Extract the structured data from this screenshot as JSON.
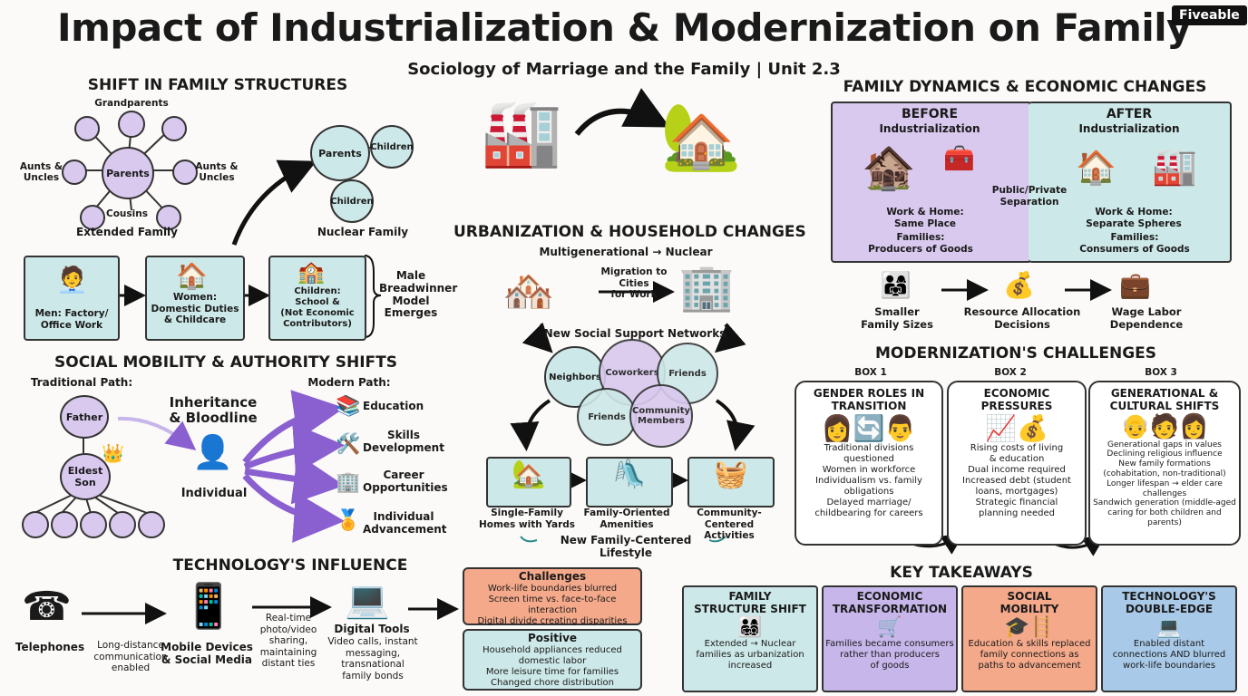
{
  "header": {
    "title": "Impact of Industrialization & Modernization on Family",
    "subtitle": "Sociology of Marriage and the Family | Unit 2.3",
    "logo": "Fiveable"
  },
  "family_structures": {
    "heading": "SHIFT IN FAMILY STRUCTURES",
    "extended_nodes": [
      "Grandparents",
      "Aunts &\nUncles",
      "Parents",
      "Aunts &\nUncles",
      "Cousins"
    ],
    "extended_label": "Extended Family",
    "nuclear_nodes": [
      "Parents",
      "Children",
      "Children"
    ],
    "nuclear_label": "Nuclear Family",
    "roles": [
      "Men: Factory/\nOffice Work",
      "Women:\nDomestic Duties\n& Childcare",
      "Children:\nSchool &\n(Not Economic\nContributors)"
    ],
    "model": "Male\nBreadwinner\nModel\nEmerges"
  },
  "mobility": {
    "heading": "SOCIAL MOBILITY & AUTHORITY SHIFTS",
    "traditional": "Traditional Path:",
    "father": "Father",
    "son": "Eldest\nSon",
    "inheritance": "Inheritance\n& Bloodline",
    "individual": "Individual",
    "modern": "Modern Path:",
    "paths": [
      "Education",
      "Skills\nDevelopment",
      "Career\nOpportunities",
      "Individual\nAdvancement"
    ]
  },
  "technology": {
    "heading": "TECHNOLOGY'S INFLUENCE",
    "telephones": "Telephones",
    "t1": "Long-distance\ncommunication\nenabled",
    "mobile": "Mobile Devices\n& Social Media",
    "t2": "Real-time\nphoto/video\nsharing,\nmaintaining\ndistant ties",
    "digital": "Digital Tools",
    "t3": "Video calls, instant\nmessaging,\ntransnational\nfamily bonds",
    "challenges_title": "Challenges",
    "challenges": "Work-life boundaries blurred\nScreen time vs. face-to-face interaction\nDigital divide creating disparities",
    "positive_title": "Positive",
    "positive": "Household appliances reduced\ndomestic labor\nMore leisure time for families\nChanged chore distribution"
  },
  "urbanization": {
    "heading": "URBANIZATION & HOUSEHOLD CHANGES",
    "multi": "Multigenerational → Nuclear",
    "migration": "Migration to Cities\nfor Work",
    "networks": "New Social Support Networks",
    "circles": [
      "Neighbors",
      "Coworkers",
      "Friends",
      "Friends",
      "Community\nMembers"
    ],
    "homes": [
      "Single-Family\nHomes with Yards",
      "Family-Oriented\nAmenities",
      "Community-Centered\nActivities"
    ],
    "lifestyle": "New Family-Centered Lifestyle"
  },
  "dynamics": {
    "heading": "FAMILY DYNAMICS & ECONOMIC CHANGES",
    "before": "BEFORE",
    "before_sub": "Industrialization",
    "after": "AFTER",
    "after_sub": "Industrialization",
    "separation": "Public/Private\nSeparation",
    "b1": "Work & Home:\nSame Place",
    "b2": "Families:\nProducers of Goods",
    "a1": "Work & Home:\nSeparate Spheres",
    "a2": "Families:\nConsumers of Goods",
    "flow": [
      "Smaller\nFamily Sizes",
      "Resource Allocation\nDecisions",
      "Wage Labor\nDependence"
    ]
  },
  "challenges": {
    "heading": "MODERNIZATION'S CHALLENGES",
    "boxes": [
      {
        "tag": "BOX 1",
        "title": "GENDER ROLES IN\nTRANSITION",
        "text": "Traditional divisions\nquestioned\nWomen in workforce\nIndividualism vs. family\nobligations\nDelayed marriage/\nchildbearing for careers"
      },
      {
        "tag": "BOX 2",
        "title": "ECONOMIC\nPRESSURES",
        "text": "Rising costs of living\n& education\nDual income required\nIncreased debt (student\nloans, mortgages)\nStrategic financial\nplanning needed"
      },
      {
        "tag": "BOX 3",
        "title": "GENERATIONAL &\nCULTURAL SHIFTS",
        "text": "Generational gaps in values\nDeclining religious influence\nNew family formations\n(cohabitation, non-traditional)\nLonger lifespan → elder care\nchallenges\nSandwich generation (middle-aged\ncaring for both children and parents)"
      }
    ]
  },
  "takeaways": {
    "heading": "KEY TAKEAWAYS",
    "boxes": [
      {
        "title": "FAMILY\nSTRUCTURE SHIFT",
        "text": "Extended → Nuclear\nfamilies as urbanization\nincreased"
      },
      {
        "title": "ECONOMIC\nTRANSFORMATION",
        "text": "Families became consumers\nrather than producers\nof goods"
      },
      {
        "title": "SOCIAL\nMOBILITY",
        "text": "Education & skills replaced\nfamily connections as\npaths to advancement"
      },
      {
        "title": "TECHNOLOGY'S\nDOUBLE-EDGE",
        "text": "Enabled distant\nconnections AND blurred\nwork-life boundaries"
      }
    ]
  },
  "colors": {
    "purple": "#d9c9ef",
    "teal": "#cde8e8",
    "orange": "#f4a98a",
    "blue": "#a9c9e8",
    "arrow_purple": "#8a5fd0"
  }
}
